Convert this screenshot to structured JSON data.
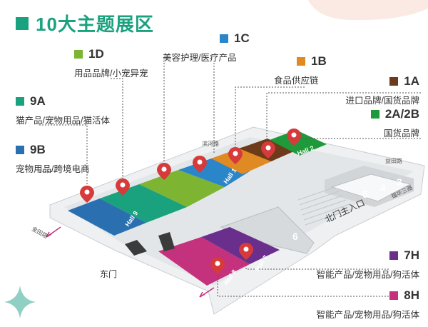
{
  "title": "10大主题展区",
  "zones": [
    {
      "code": "1D",
      "desc": "用品品牌/小宠异宠",
      "color": "#7db533"
    },
    {
      "code": "1C",
      "desc": "美容护理/医疗产品",
      "color": "#2a86c8"
    },
    {
      "code": "1B",
      "desc": "食品供应链",
      "color": "#e08a24"
    },
    {
      "code": "1A",
      "desc": "进口品牌/国货品牌",
      "color": "#6d3a1a"
    },
    {
      "code": "2A/2B",
      "desc": "国货品牌",
      "color": "#1f9a3a"
    },
    {
      "code": "9A",
      "desc": "猫产品/宠物用品/猫活体",
      "color": "#1aa17e"
    },
    {
      "code": "9B",
      "desc": "宠物用品/跨境电商",
      "color": "#2a6fb0"
    },
    {
      "code": "7H",
      "desc": "智能产品/宠物用品/狗活体",
      "color": "#6a2f8c"
    },
    {
      "code": "8H",
      "desc": "智能产品/宠物用品/狗活体",
      "color": "#c4317d"
    }
  ],
  "halls": {
    "hall1": "Hall 1",
    "hall2": "Hall 2",
    "hall9": "Hall 9",
    "hall7": "Hall 7",
    "hall8": "Hall 8",
    "n6": "6",
    "n5": "5",
    "n4": "4",
    "n3": "3"
  },
  "map_labels": {
    "east_gate": "东门",
    "north_gate": "北门主入口",
    "road_bintan": "滨河路",
    "road_yitian_right": "益田路",
    "road_yitian_left": "金田路",
    "road_fuhua": "福华三路"
  }
}
